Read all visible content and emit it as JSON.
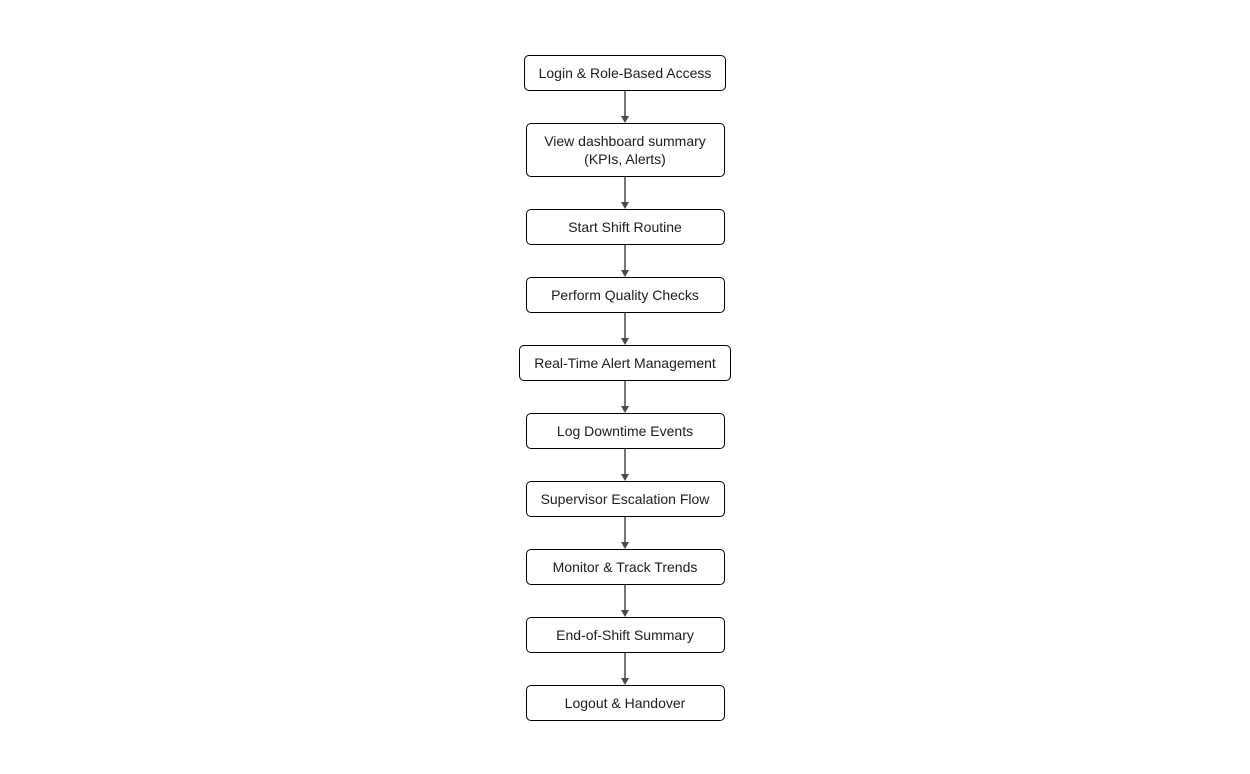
{
  "diagram": {
    "type": "flowchart",
    "orientation": "top-to-bottom",
    "background_color": "#ffffff",
    "node_border_color": "#000000",
    "node_fill_color": "#ffffff",
    "node_text_color": "#1c1c1c",
    "connector_color": "#767676",
    "arrowhead_color": "#4a4a4a",
    "nodes": [
      {
        "id": "login-role-based-access",
        "lines": [
          "Login & Role-Based Access"
        ]
      },
      {
        "id": "view-dashboard-summary",
        "lines": [
          "View dashboard summary",
          "(KPIs, Alerts)"
        ]
      },
      {
        "id": "start-shift-routine",
        "lines": [
          "Start Shift Routine"
        ]
      },
      {
        "id": "perform-quality-checks",
        "lines": [
          "Perform Quality Checks"
        ]
      },
      {
        "id": "real-time-alert-management",
        "lines": [
          "Real-Time Alert Management"
        ]
      },
      {
        "id": "log-downtime-events",
        "lines": [
          "Log Downtime Events"
        ]
      },
      {
        "id": "supervisor-escalation-flow",
        "lines": [
          "Supervisor Escalation Flow"
        ]
      },
      {
        "id": "monitor-track-trends",
        "lines": [
          "Monitor & Track Trends"
        ]
      },
      {
        "id": "end-of-shift-summary",
        "lines": [
          "End-of-Shift Summary"
        ]
      },
      {
        "id": "logout-handover",
        "lines": [
          "Logout & Handover"
        ]
      }
    ]
  }
}
